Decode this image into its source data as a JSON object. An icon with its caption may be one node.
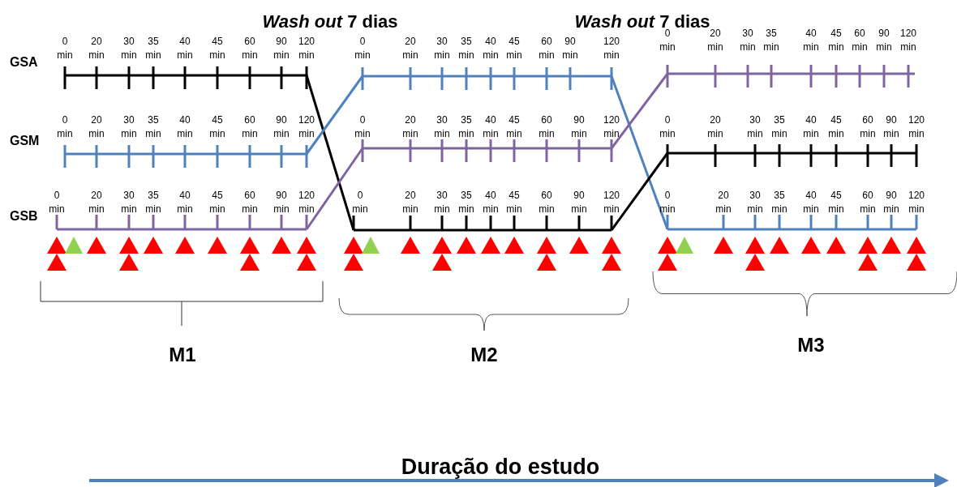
{
  "diagram": {
    "labels": [
      "*Wash out* 7 dias",
      "*Wash out* 7 dias",
      "GSA",
      "0 min",
      "20 min",
      "30 min",
      "35 min",
      "40 min",
      "45 min",
      "60 min",
      "90 min",
      "120 min",
      "0 min",
      "20 min",
      "30 min",
      "35 min",
      "40 min",
      "45 min",
      "60 min",
      "90 min",
      "120 min",
      "0 min",
      "20 min",
      "30 min",
      "35 min",
      "40 min",
      "45 min",
      "60 min",
      "90 min",
      "120 min",
      "GSM",
      "0 min",
      "20 min",
      "30 min",
      "35 min",
      "40 min",
      "45 min",
      "60 min",
      "90 min",
      "120 min",
      "0 min",
      "20 min",
      "30 min",
      "35 min",
      "40 min",
      "45 min",
      "60 min",
      "90 min",
      "120 min",
      "0 min",
      "20 min",
      "30 min",
      "35 min",
      "40 min",
      "45 min",
      "60 min",
      "90 min",
      "120 min",
      "GSB",
      "0 min",
      "20 min",
      "30 min",
      "35 min",
      "40 min",
      "45 min",
      "60 min",
      "90 min",
      "120 min",
      "0 min",
      "20 min",
      "30 min",
      "35 min",
      "40 min",
      "45 min",
      "60 min",
      "90 min",
      "120 min",
      "0 min",
      "20 min",
      "30 min",
      "35 min",
      "40 min",
      "45 min",
      "60 min",
      "90 min",
      "120 min",
      "M1",
      "M2",
      "M3",
      "Duração do estudo"
    ]
  }
}
